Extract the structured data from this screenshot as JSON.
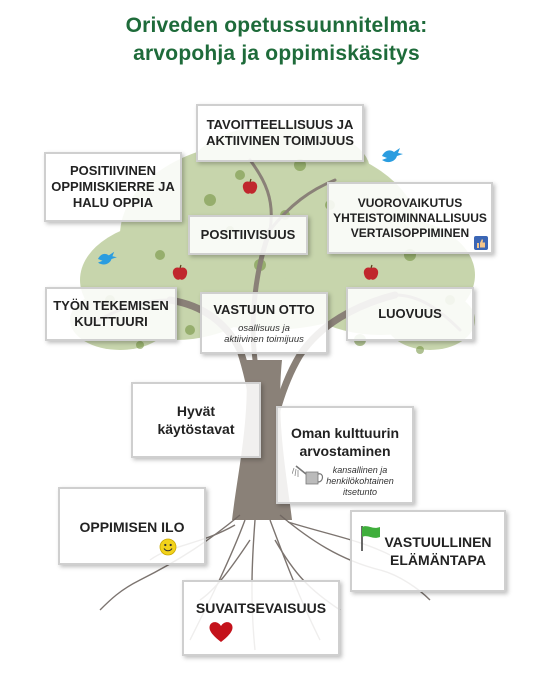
{
  "title": {
    "line1": "Oriveden opetussuunnitelma:",
    "line2": "arvopohja ja oppimiskäsitys"
  },
  "colors": {
    "title": "#1e6b3a",
    "trunk": "#8a8178",
    "leaves": "#9bb36a",
    "apple": "#c0272d",
    "bird": "#2b9de0",
    "flag": "#3fae3c",
    "heart": "#c4121b",
    "smiley": "#f2d21a"
  },
  "boxes": {
    "tavoitteellisuus": {
      "line1": "TAVOITTEELLISUUS JA",
      "line2": "AKTIIVINEN TOIMIJUUS"
    },
    "positiivinen": {
      "line1": "POSITIIVINEN",
      "line2": "OPPIMISKIERRE JA",
      "line3": "HALU OPPIA"
    },
    "vuorovaikutus": {
      "line1": "VUOROVAIKUTUS",
      "line2": "YHTEISTOIMINNALLISUUS",
      "line3": "VERTAISOPPIMINEN"
    },
    "positiivisuus": {
      "label": "POSITIIVISUUS"
    },
    "tyon": {
      "line1": "TYÖN TEKEMISEN",
      "line2": "KULTTUURI"
    },
    "vastuun": {
      "label": "VASTUUN OTTO",
      "sub1": "osallisuus ja",
      "sub2": "aktiivinen toimijuus"
    },
    "luovuus": {
      "label": "LUOVUUS"
    },
    "hyvat": {
      "line1": "Hyvät",
      "line2": "käytöstavat"
    },
    "oman": {
      "line1": "Oman kulttuurin",
      "line2": "arvostaminen",
      "sub1": "kansallinen ja",
      "sub2": "henkilökohtainen",
      "sub3": "itsetunto"
    },
    "oppimisen": {
      "label": "OPPIMISEN ILO"
    },
    "vastuullinen": {
      "line1": "VASTUULLINEN",
      "line2": "ELÄMÄNTAPA"
    },
    "suvaitsevaisuus": {
      "label": "SUVAITSEVAISUUS"
    }
  },
  "icons": [
    "bird-icon",
    "bird-icon",
    "apple-icon",
    "thumbs-up-icon",
    "smiley-icon",
    "watering-can-icon",
    "flag-icon",
    "heart-icon"
  ]
}
